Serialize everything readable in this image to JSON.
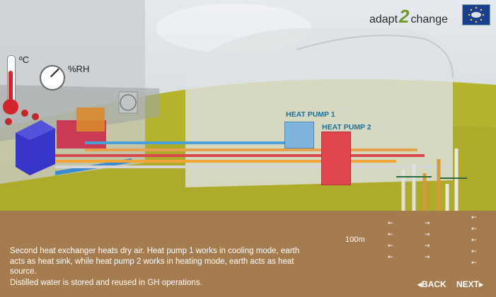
{
  "brand": {
    "logo_left": "adapt",
    "logo_mid": "2",
    "logo_right": "change",
    "badge_icon": "eu-life-flag-icon"
  },
  "labels": {
    "heat_pump_1": "HEAT PUMP 1",
    "heat_pump_2": "HEAT PUMP 2",
    "celsius": "ºC",
    "humidity": "%RH",
    "depth": "100m"
  },
  "caption": {
    "line1": "Second heat exchanger heats dry air. Heat pump 1 works in cooling mode, earth acts as heat sink, while heat pump 2 works in heating mode, earth acts as heat source.",
    "line2": "Distilled water is stored and reused in GH operations."
  },
  "nav": {
    "back": "BACK",
    "next": "NEXT",
    "back_icon": "chevron-left-icon",
    "next_icon": "chevron-right-icon"
  },
  "colors": {
    "ground": "#a57c50",
    "heat_pump_1": "#7fb4dd",
    "heat_pump_2": "#e1464e",
    "accent_green": "#6f9a2a"
  }
}
